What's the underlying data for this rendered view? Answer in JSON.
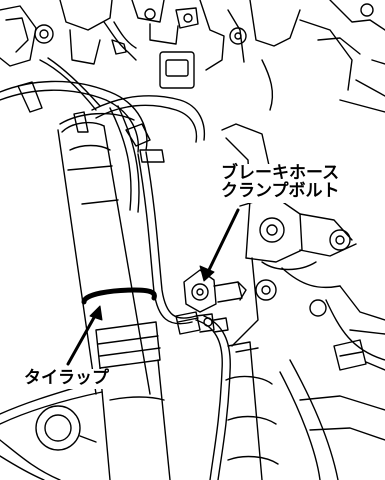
{
  "callouts": {
    "brake_hose_clamp_bolt": {
      "line1": "ブレーキホース",
      "line2": "クランプボルト"
    },
    "tie_wrap": {
      "label": "タイラップ"
    }
  },
  "colors": {
    "line_art": "#000000",
    "background": "#ffffff",
    "highlight_band": "#000000"
  }
}
